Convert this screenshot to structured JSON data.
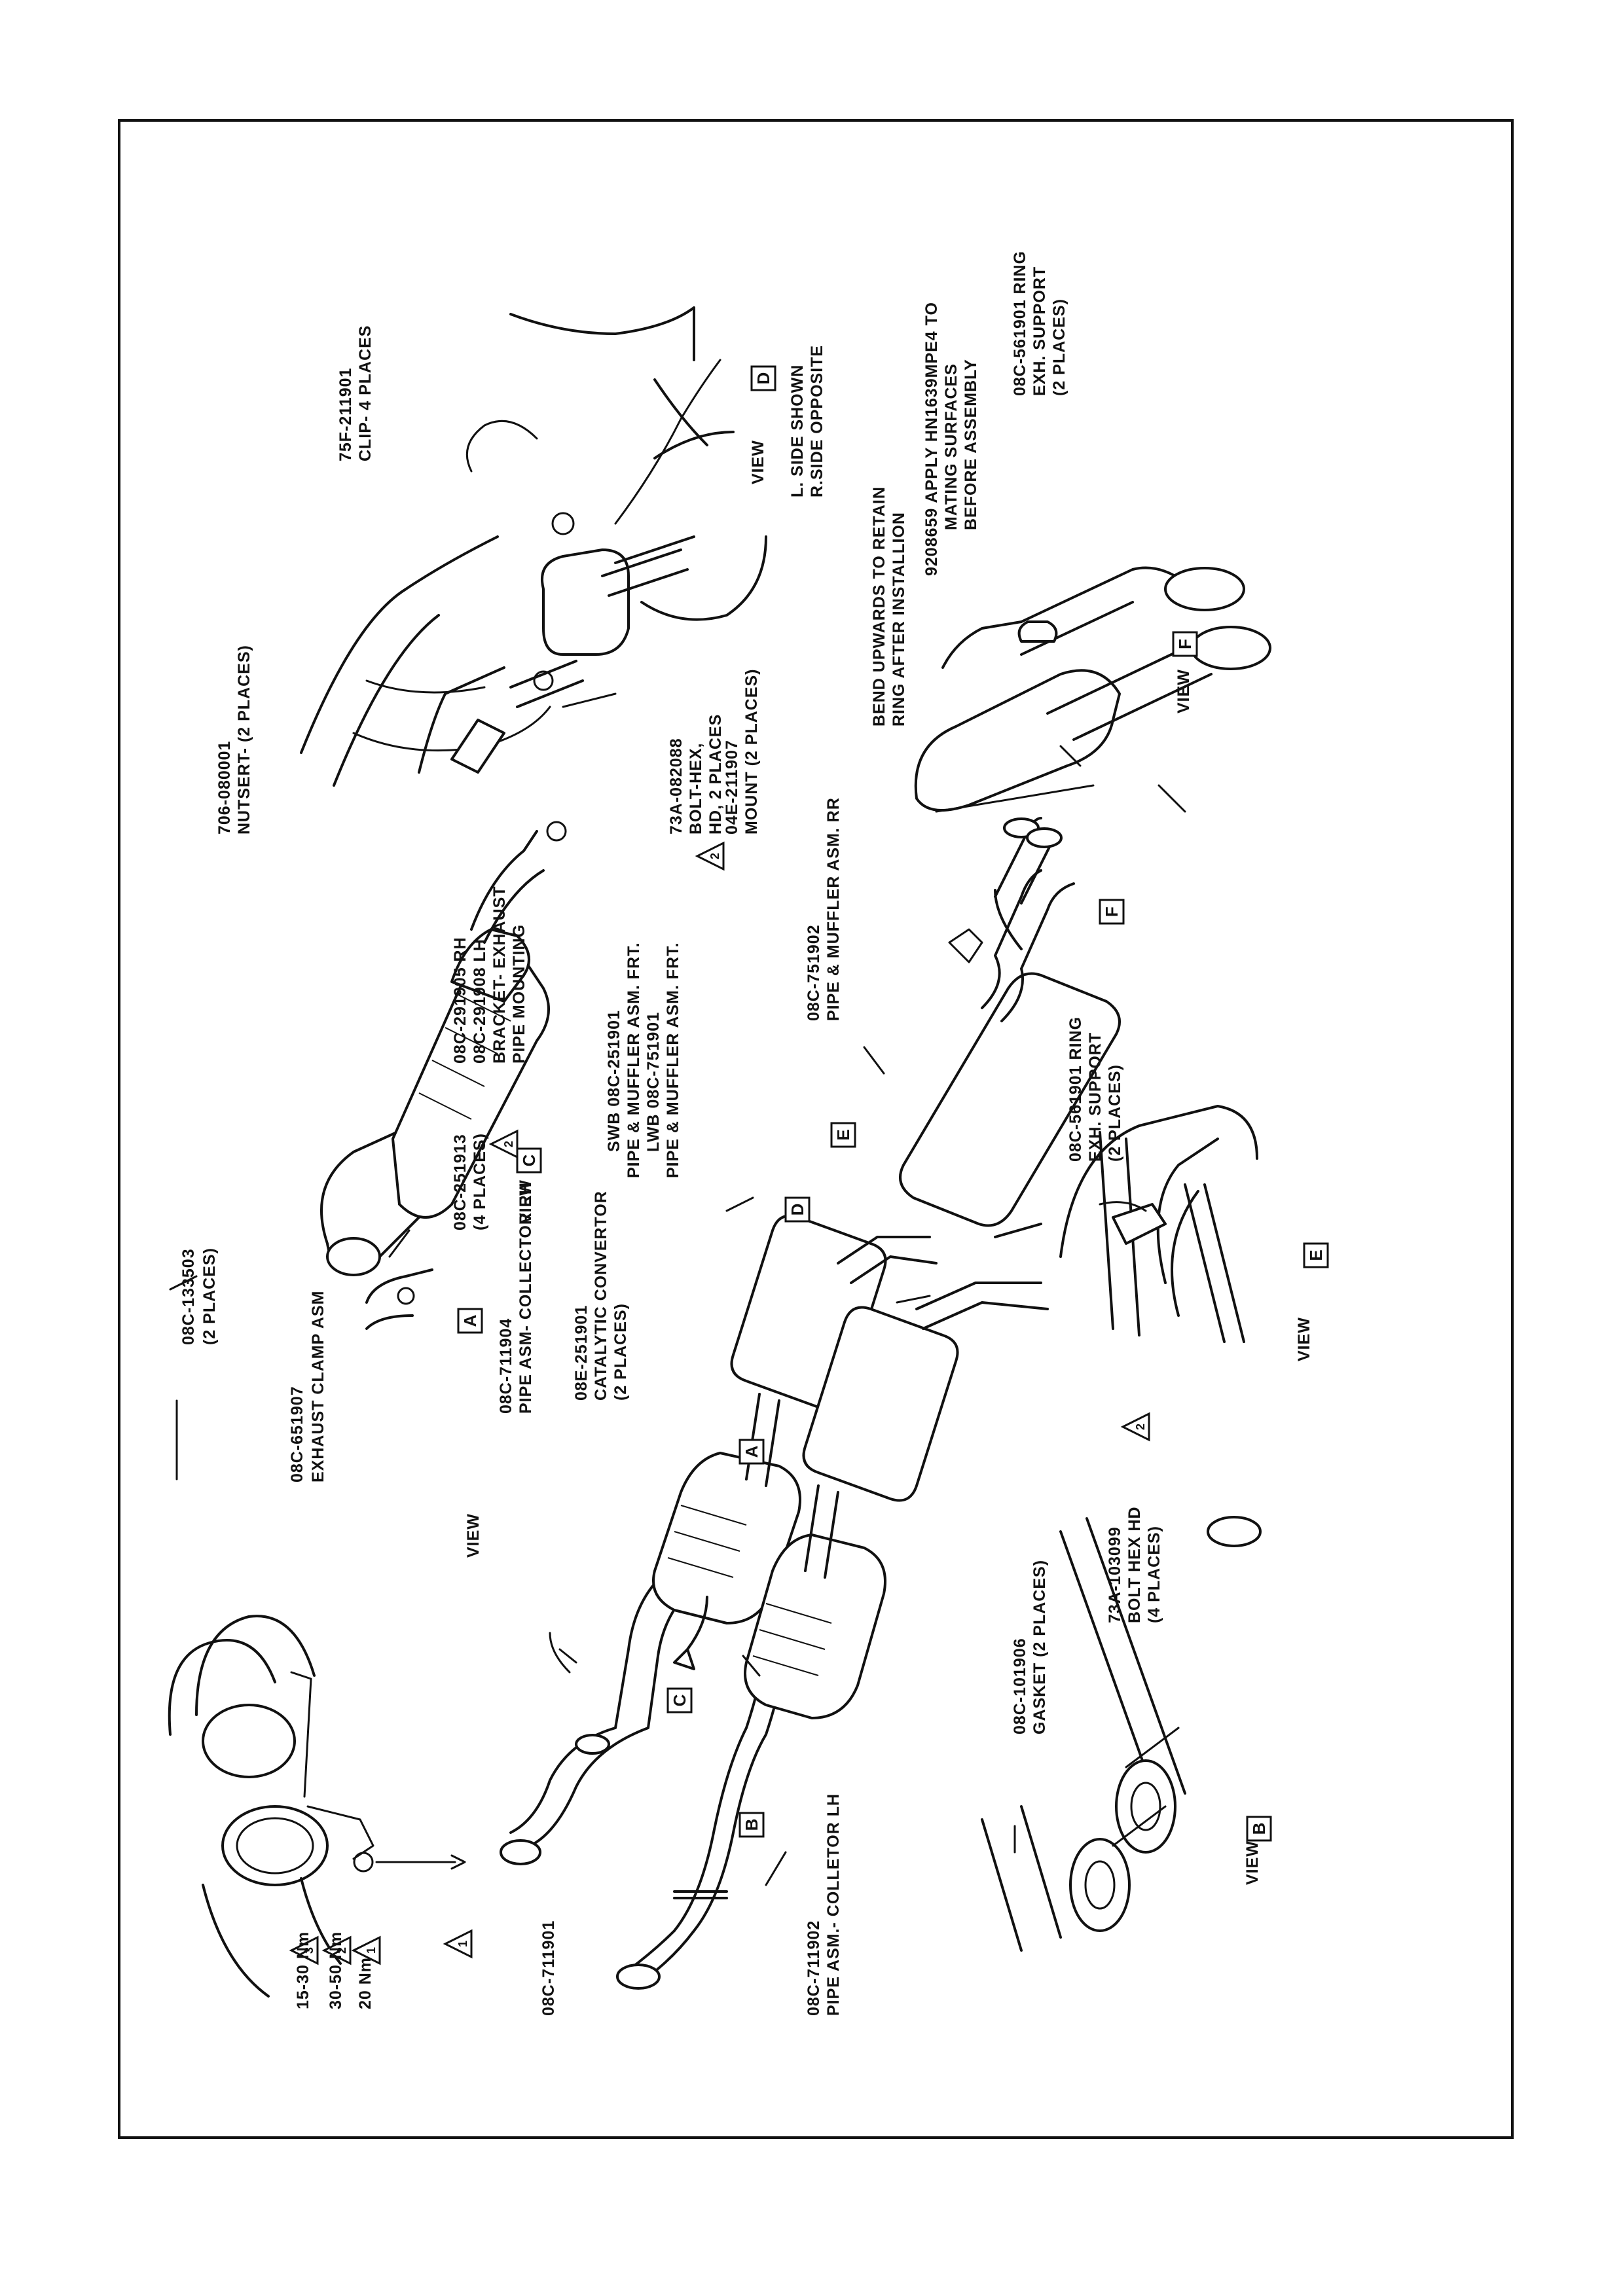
{
  "labels": {
    "clamp_part": "08C-651907",
    "clamp_name": "EXHAUST CLAMP ASM",
    "view_a": "VIEW",
    "pipe_lh_start": "08C-711901",
    "pipe_rh_part": "08C-711904",
    "pipe_rh_name": "PIPE ASM- COLLECTOR RH",
    "pipe_lh_part": "08C-711902",
    "pipe_lh_name": "PIPE ASM.- COLLETOR LH",
    "cat_part": "08E-251901",
    "cat_name": "CATALYTIC CONVERTOR",
    "cat_qty": "(2 PLACES)",
    "view_c": "VIEW",
    "gasket_c_part": "08C-133503",
    "gasket_c_qty": "(2 PLACES)",
    "flange_part": "08C-251913",
    "flange_qty": "(4 PLACES)",
    "bracket_rh": "08C-291905 RH",
    "bracket_lh": "08C-291908 LH",
    "bracket_name": "BRACKET- EXHAUST",
    "bracket_name2": "PIPE MOUNTING",
    "nutsert_part": "706-080001",
    "nutsert_name": "NUTSERT- (2 PLACES)",
    "bolt_part": "73A-082088",
    "bolt_name": "BOLT-HEX,",
    "bolt_qty": "HD, 2 PLACES",
    "mount_part": "04E-211907",
    "mount_name": "MOUNT (2 PLACES)",
    "clip_part": "75F-211901",
    "clip_name": "CLIP- 4 PLACES",
    "view_d": "VIEW",
    "side_l": "L. SIDE SHOWN",
    "side_r": "R.SIDE OPPOSITE",
    "swb": "SWB 08C-251901",
    "swb_name": "PIPE &  MUFFLER ASM. FRT.",
    "lwb": "LWB 08C-751901",
    "lwb_name": "PIPE & MUFFLER ASM. FRT.",
    "rr_part": "08C-751902",
    "rr_name": "PIPE & MUFFLER ASM. RR",
    "ring_e_part": "08C-561901 RING",
    "ring_e_name": "EXH. SUPPORT",
    "ring_e_qty": "(2 PLACES)",
    "view_e": "VIEW",
    "bend1": "BEND UPWARDS TO RETAIN",
    "bend2": "RING AFTER INSTALLION",
    "apply1": "9208659 APPLY HN1639MPE4 TO",
    "apply2": "MATING SURFACES",
    "apply3": "BEFORE ASSEMBLY",
    "ring_f_part": "08C-561901 RING",
    "ring_f_name": "EXH. SUPPORT",
    "ring_f_qty": "(2 PLACES)",
    "view_f": "VIEW",
    "gasket_b_part": "08C-101906",
    "gasket_b_name": "GASKET (2 PLACES)",
    "bolt_b_part": "73A-103099",
    "bolt_b_name": "BOLT HEX HD",
    "bolt_b_qty": "(4 PLACES)",
    "view_b": "VIEW",
    "torque3": "15-30 Nm",
    "torque2": "30-50 Nm",
    "torque1": "20 Nm"
  },
  "markers": {
    "a": "A",
    "b": "B",
    "c": "C",
    "d": "D",
    "e": "E",
    "f": "F",
    "t1": "1",
    "t2": "2",
    "t3": "3"
  }
}
